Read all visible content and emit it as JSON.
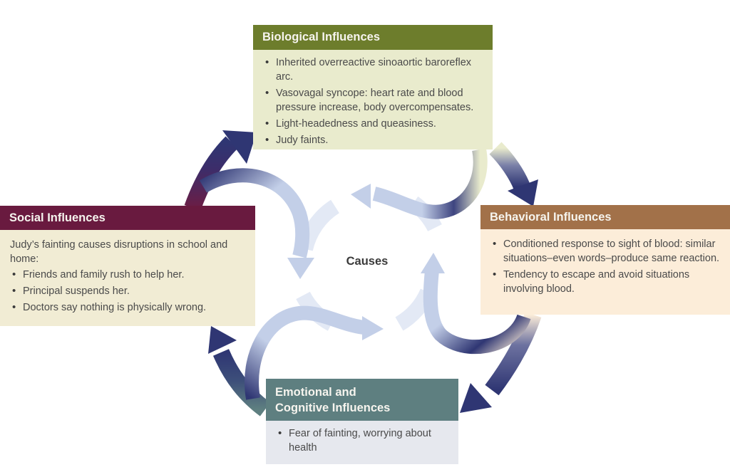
{
  "center_label": "Causes",
  "colors": {
    "outer_arrow": "#2f3673",
    "inner_arrow": "#c3cfe8",
    "biological_header": "#6d7d2c",
    "biological_body": "#e9ebcd",
    "social_header": "#691a3f",
    "social_body": "#f1ecd4",
    "behavioral_header": "#a27149",
    "behavioral_body": "#fcedd9",
    "emotional_header": "#5e7f80",
    "emotional_body": "#e6e8ee"
  },
  "boxes": {
    "biological": {
      "title": "Biological Influences",
      "items": [
        "Inherited overreactive sinoaortic baroreflex arc.",
        "Vasovagal syncope: heart rate and blood pressure increase, body overcompensates.",
        "Light-headedness and queasiness.",
        "Judy faints."
      ]
    },
    "social": {
      "title": "Social Influences",
      "intro": "Judy’s fainting causes disruptions in school and home:",
      "items": [
        "Friends and family rush to help her.",
        "Principal suspends her.",
        "Doctors say nothing is physically wrong."
      ]
    },
    "behavioral": {
      "title": "Behavioral Influences",
      "items": [
        "Conditioned response to sight of blood: similar situations–even words–produce same reaction.",
        "Tendency to escape and avoid situations involving blood."
      ]
    },
    "emotional": {
      "title_line1": "Emotional and",
      "title_line2": "Cognitive Influences",
      "items": [
        "Fear of fainting, worrying about health"
      ]
    }
  },
  "arrows": [
    {
      "from": "social",
      "to": "biological",
      "kind": "outer"
    },
    {
      "from": "biological",
      "to": "behavioral",
      "kind": "outer"
    },
    {
      "from": "behavioral",
      "to": "emotional",
      "kind": "outer"
    },
    {
      "from": "emotional",
      "to": "social",
      "kind": "outer"
    },
    {
      "from": "social",
      "to": "causes",
      "kind": "inner"
    },
    {
      "from": "biological",
      "to": "causes",
      "kind": "inner"
    },
    {
      "from": "behavioral",
      "to": "causes",
      "kind": "inner"
    },
    {
      "from": "emotional",
      "to": "causes",
      "kind": "inner"
    }
  ]
}
